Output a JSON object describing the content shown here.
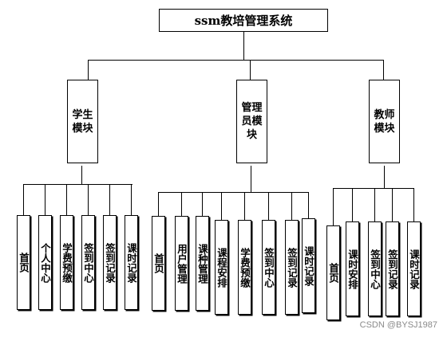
{
  "root": {
    "label": "ssm教培管理系统"
  },
  "modules": [
    {
      "label": "学生模块",
      "items": [
        "首页",
        "个人中心",
        "学费预缴",
        "签到中心",
        "签到记录",
        "课时记录"
      ]
    },
    {
      "label": "管理员模块",
      "items": [
        "首页",
        "用户管理",
        "课种管理",
        "课程安排",
        "学费预缴",
        "签到中心",
        "签到记录",
        "课时记录"
      ]
    },
    {
      "label": "教师模块",
      "items": [
        "首页",
        "课时安排",
        "签到中心",
        "签到记录",
        "课时记录"
      ]
    }
  ],
  "watermark": "CSDN @BYSJ1987"
}
